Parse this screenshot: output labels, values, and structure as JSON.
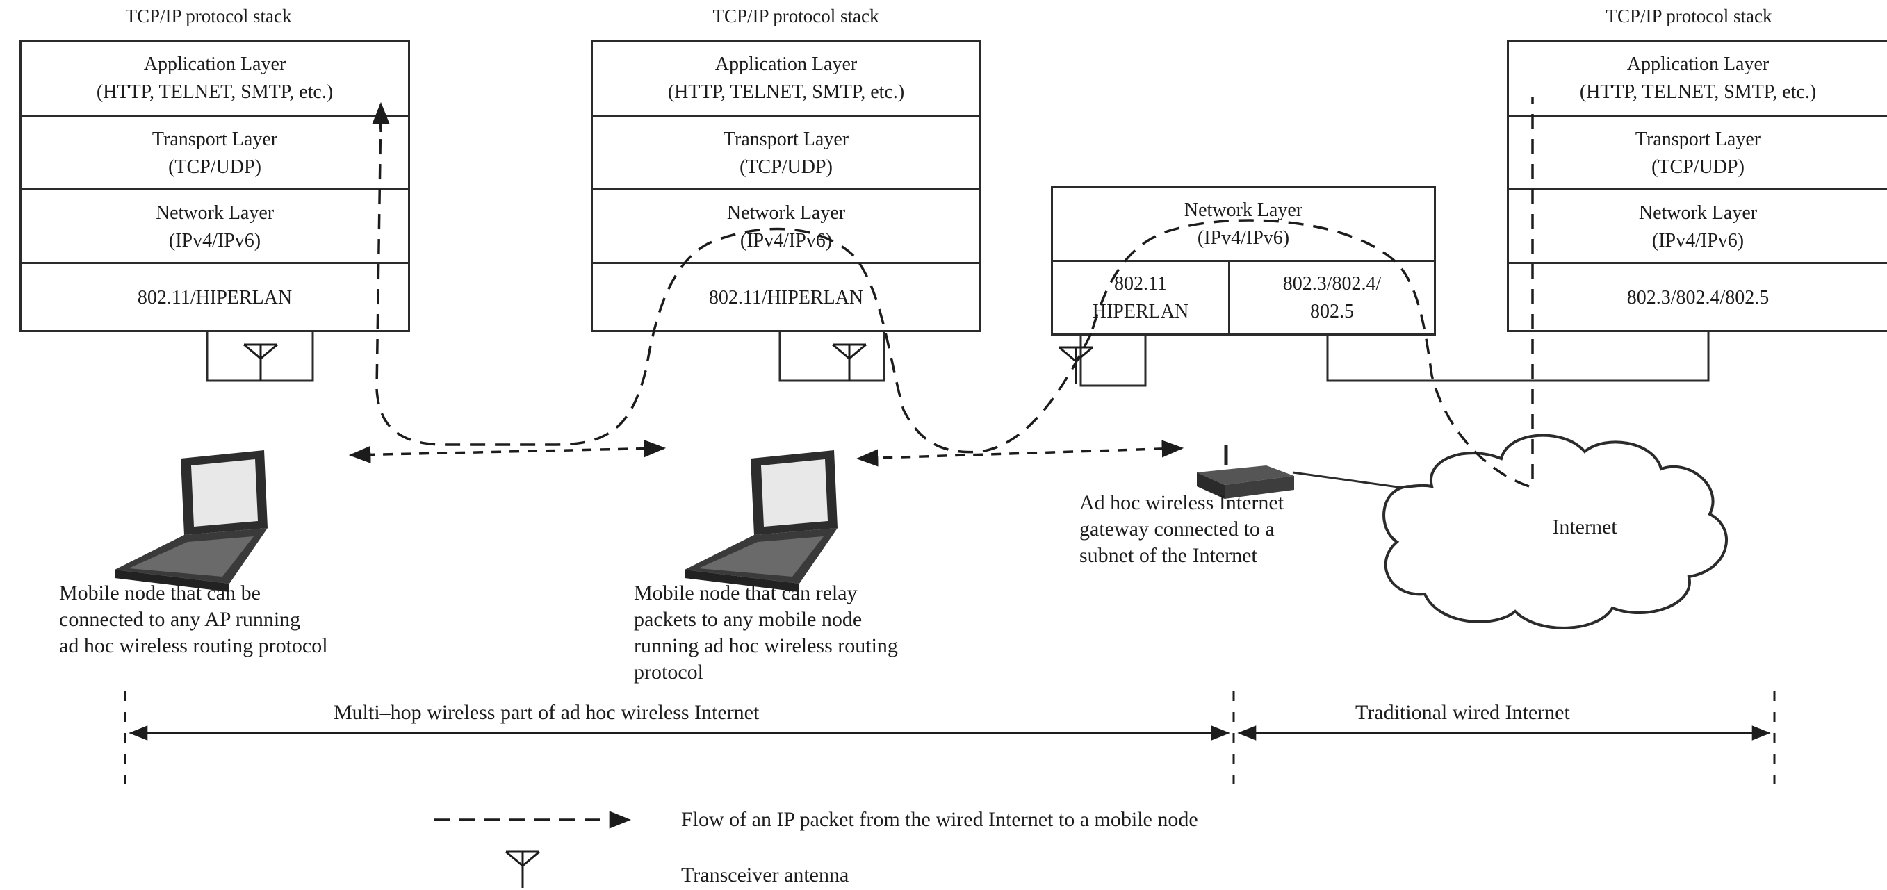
{
  "stacks": [
    {
      "title": "TCP/IP protocol stack",
      "app_name": "Application Layer",
      "app_protocols": "(HTTP, TELNET, SMTP, etc.)",
      "transport_name": "Transport Layer",
      "transport_protocols": "(TCP/UDP)",
      "network_name": "Network Layer",
      "network_protocols": "(IPv4/IPv6)",
      "link": "802.11/HIPERLAN"
    },
    {
      "title": "TCP/IP protocol stack",
      "app_name": "Application Layer",
      "app_protocols": "(HTTP, TELNET, SMTP, etc.)",
      "transport_name": "Transport Layer",
      "transport_protocols": "(TCP/UDP)",
      "network_name": "Network Layer",
      "network_protocols": "(IPv4/IPv6)",
      "link": "802.11/HIPERLAN"
    },
    {
      "title": "TCP/IP protocol stack",
      "app_name": "Application Layer",
      "app_protocols": "(HTTP, TELNET, SMTP, etc.)",
      "transport_name": "Transport Layer",
      "transport_protocols": "(TCP/UDP)",
      "network_name": "Network Layer",
      "network_protocols": "(IPv4/IPv6)",
      "link": "802.3/802.4/802.5"
    }
  ],
  "gateway_stack": {
    "network_name": "Network Layer",
    "network_protocols": "(IPv4/IPv6)",
    "link_left_1": "802.11",
    "link_left_2": "HIPERLAN",
    "link_right_1": "802.3/802.4/",
    "link_right_2": "802.5"
  },
  "captions": {
    "node1": [
      "Mobile node that can be",
      "connected to any AP running",
      "ad hoc wireless routing protocol"
    ],
    "node2": [
      "Mobile node that can relay",
      "packets to any mobile node",
      "running ad hoc wireless routing",
      "protocol"
    ],
    "gateway": [
      "Ad hoc wireless Internet",
      "gateway connected to a",
      "subnet of the Internet"
    ],
    "cloud": "Internet"
  },
  "spans": {
    "wireless": "Multi–hop wireless part of ad hoc wireless Internet",
    "wired": "Traditional wired Internet"
  },
  "legend": {
    "flow": "Flow of an IP packet from the wired Internet to a mobile node",
    "antenna": "Transceiver antenna"
  },
  "icons": {
    "laptop": "laptop-icon",
    "router": "router-icon",
    "antenna": "antenna-icon",
    "cloud": "cloud-icon"
  }
}
